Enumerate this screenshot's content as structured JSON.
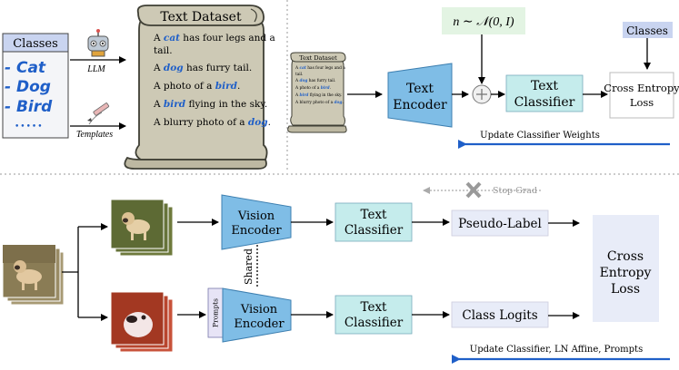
{
  "top_left": {
    "classes_header": "Classes",
    "class_items": [
      "- Cat",
      "- Dog",
      "- Bird"
    ],
    "class_more": "•••••",
    "llm_label": "LLM",
    "templates_label": "Templates",
    "dataset_title": "Text Dataset",
    "sentences": [
      {
        "pre": "A ",
        "word": "cat",
        "post": " has four legs and a"
      },
      {
        "pre": "tail.",
        "word": "",
        "post": ""
      },
      {
        "pre": "A ",
        "word": "dog",
        "post": " has furry tail."
      },
      {
        "pre": "A photo of a ",
        "word": "bird",
        "post": "."
      },
      {
        "pre": "A ",
        "word": "bird",
        "post": " flying in the sky."
      },
      {
        "pre": "A blurry photo of a ",
        "word": "dog",
        "post": "."
      }
    ]
  },
  "top_right": {
    "mini_title": "Text Dataset",
    "mini_lines": [
      {
        "pre": "A ",
        "word": "cat",
        "post": " has four legs and a"
      },
      {
        "pre": "tail.",
        "word": "",
        "post": ""
      },
      {
        "pre": "A ",
        "word": "dog",
        "post": " has furry tail."
      },
      {
        "pre": "A photo of a ",
        "word": "bird",
        "post": "."
      },
      {
        "pre": "A ",
        "word": "bird",
        "post": " flying in the sky."
      },
      {
        "pre": "A blurry photo of a ",
        "word": "dog",
        "post": "."
      }
    ],
    "noise_label": "n ∼ 𝒩(0, I)",
    "text_encoder": [
      "Text",
      "Encoder"
    ],
    "text_classifier": [
      "Text",
      "Classifier"
    ],
    "classes_label": "Classes",
    "loss_label": [
      "Cross Entropy",
      "Loss"
    ],
    "update_label": "Update Classifier Weights"
  },
  "bottom": {
    "vision_encoder": [
      "Vision",
      "Encoder"
    ],
    "text_classifier": [
      "Text",
      "Classifier"
    ],
    "pseudo_label": "Pseudo-Label",
    "class_logits": "Class Logits",
    "stop_grad": "Stop Grad",
    "shared": "Shared",
    "prompts": "Prompts",
    "loss_label": [
      "Cross",
      "Entropy",
      "Loss"
    ],
    "update_label": "Update Classifier, LN Affine, Prompts"
  },
  "colors": {
    "encoder_fill": "#7fbde6",
    "classifier_fill": "#c5ecec",
    "label_fill": "#e8ecf8",
    "classes_fill": "#c9d4f0",
    "noise_fill": "#e3f4e3",
    "accent_blue": "#1f5fc8",
    "scroll_fill": "#cdc9b5"
  }
}
